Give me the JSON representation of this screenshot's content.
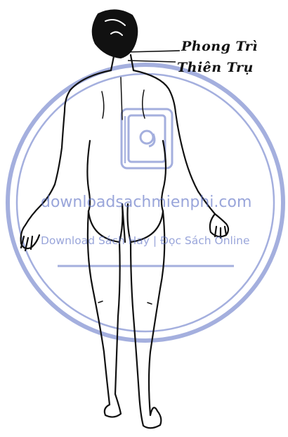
{
  "labels": {
    "point_1": "Phong Trì",
    "point_2": "Thiên Trụ"
  },
  "watermark": {
    "domain": "downloadsachmienphi.com",
    "tagline": "Download Sách Hay | Đọc Sách Online",
    "color": "#5b6fc4"
  },
  "colors": {
    "ink": "#111111",
    "background": "#ffffff"
  }
}
